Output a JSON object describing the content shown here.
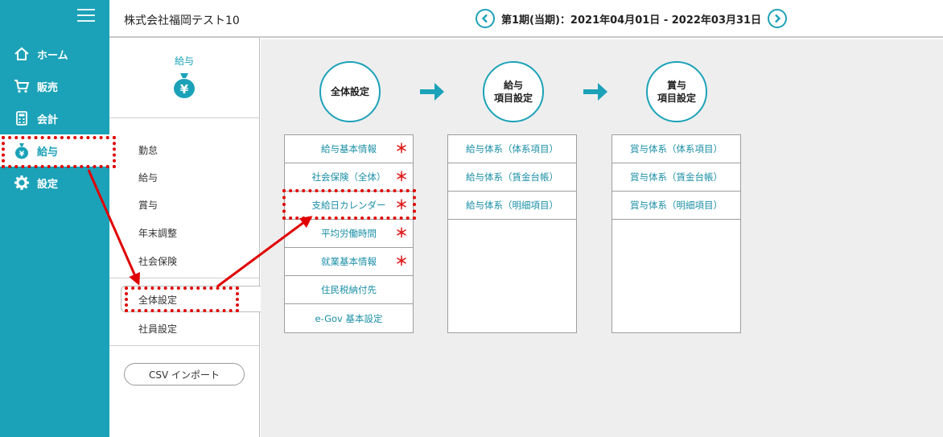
{
  "header": {
    "company": "株式会社福岡テスト10",
    "period": "第1期(当期)：2021年04月01日 - 2022年03月31日"
  },
  "nav": {
    "items": [
      {
        "label": "ホーム",
        "icon": "home-icon"
      },
      {
        "label": "販売",
        "icon": "cart-icon"
      },
      {
        "label": "会計",
        "icon": "calculator-icon"
      },
      {
        "label": "給与",
        "icon": "money-bag-icon"
      },
      {
        "label": "設定",
        "icon": "gear-icon"
      }
    ],
    "active": "給与"
  },
  "subnav": {
    "title": "給与",
    "items": [
      "勤怠",
      "給与",
      "賞与",
      "年末調整",
      "社会保険",
      "全体設定",
      "社員設定"
    ],
    "selected": "全体設定",
    "csv_button": "CSV インポート"
  },
  "steps": [
    {
      "label": "全体設定"
    },
    {
      "label": "給与\n項目設定"
    },
    {
      "label": "賞与\n項目設定"
    }
  ],
  "lists": {
    "overall": [
      {
        "label": "給与基本情報",
        "required": "＊"
      },
      {
        "label": "社会保険（全体）",
        "required": "＊"
      },
      {
        "label": "支給日カレンダー",
        "required": "＊"
      },
      {
        "label": "平均労働時間",
        "required": "＊"
      },
      {
        "label": "就業基本情報",
        "required": "＊"
      },
      {
        "label": "住民税納付先",
        "required": ""
      },
      {
        "label": "e-Gov 基本設定",
        "required": ""
      }
    ],
    "salary": [
      {
        "label": "給与体系（体系項目）"
      },
      {
        "label": "給与体系（賃金台帳）"
      },
      {
        "label": "給与体系（明細項目）"
      }
    ],
    "bonus": [
      {
        "label": "賞与体系（体系項目）"
      },
      {
        "label": "賞与体系（賃金台帳）"
      },
      {
        "label": "賞与体系（明細項目）"
      }
    ]
  },
  "colors": {
    "accent": "#1ba2b8",
    "highlight": "#e00000",
    "required": "#e02020"
  }
}
